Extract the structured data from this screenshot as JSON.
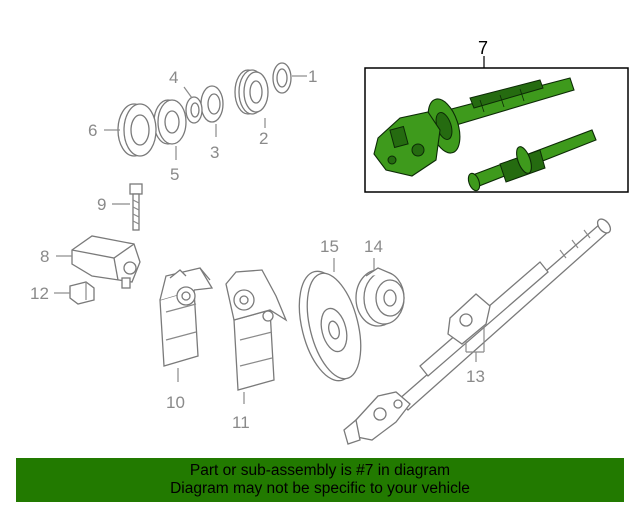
{
  "callouts": {
    "c1": "1",
    "c2": "2",
    "c3": "3",
    "c4": "4",
    "c5": "5",
    "c6": "6",
    "c7": "7",
    "c8": "8",
    "c9": "9",
    "c10": "10",
    "c11": "11",
    "c12": "12",
    "c13": "13",
    "c14": "14",
    "c15": "15"
  },
  "banner": {
    "line1": "Part or sub-assembly is #7 in diagram",
    "line2": "Diagram may not be specific to your vehicle"
  },
  "colors": {
    "highlight": "#3e9a1c",
    "banner_bg": "#227a00",
    "line_gray": "#8a8a8a"
  }
}
